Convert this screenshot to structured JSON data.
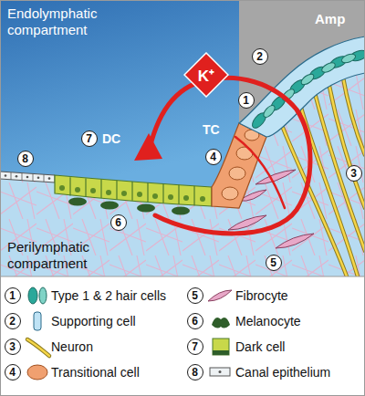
{
  "diagram": {
    "nodes": [
      {
        "text": [
          "K⁺"
        ]
      }
    ],
    "labels": [
      "Endolymphatic compartment",
      "Amp",
      "2",
      "1",
      "7",
      "DC",
      "TC",
      "4",
      "8",
      "3",
      "6",
      "5",
      "Perilymphatic compartment",
      "1",
      "5",
      "2",
      "6",
      "3",
      "7",
      "4",
      "8"
    ],
    "legend": [
      {
        "text": "Type 1 & 2 hair cells"
      },
      {
        "text": "Fibrocyte"
      },
      {
        "text": "Supporting cell"
      },
      {
        "text": "Melanocyte"
      },
      {
        "text": "Neuron"
      },
      {
        "text": "Dark cell"
      },
      {
        "text": "Transitional cell"
      },
      {
        "text": "Canal epithelium"
      }
    ]
  }
}
